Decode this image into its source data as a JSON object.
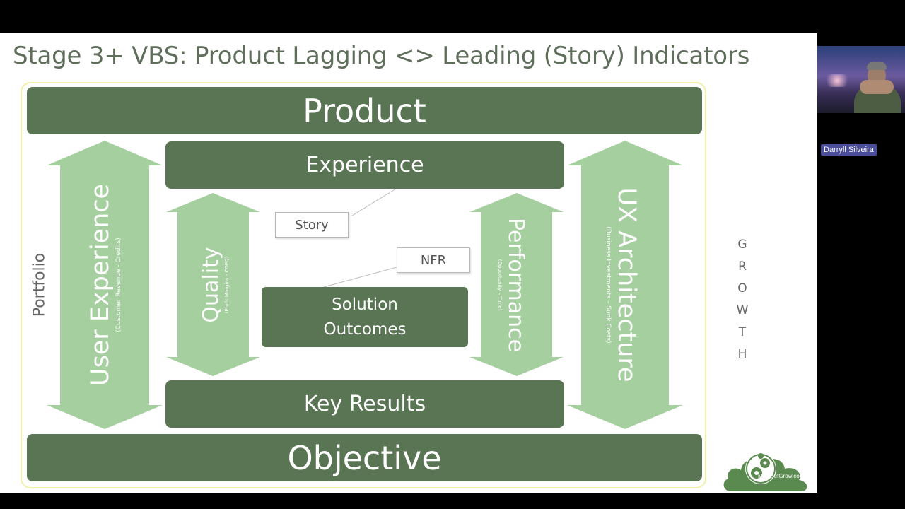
{
  "slide": {
    "title": "Stage 3+ VBS: Product Lagging <> Leading (Story) Indicators",
    "product": "Product",
    "objective": "Objective",
    "experience": "Experience",
    "key_results": "Key Results",
    "solution_line1": "Solution",
    "solution_line2": "Outcomes",
    "story": "Story",
    "nfr": "NFR",
    "portfolio": "Portfolio",
    "growth_letters": [
      "G",
      "R",
      "O",
      "W",
      "T",
      "H"
    ],
    "arrows": {
      "user_experience": {
        "title": "User Experience",
        "subtitle": "(Customer Revenue - Credits)"
      },
      "quality": {
        "title": "Quality",
        "subtitle": "(Profit Margins - COPQ)"
      },
      "performance": {
        "title": "Performance",
        "subtitle": "(Opportunity – Time)"
      },
      "ux_architecture": {
        "title": "UX Architecture",
        "subtitle": "(Business Investments – Sunk Costs)"
      }
    },
    "logo_text": "MindSetGrow.com"
  },
  "call": {
    "participant_name": "Darryll Silveira"
  },
  "colors": {
    "dark_green": "#5a7554",
    "light_green": "#a6cfa0",
    "title_gray": "#5f6d5b",
    "frame_yellow": "#f1f0a8",
    "name_tag": "#4a4d9a"
  },
  "icons": {
    "camera": "camera-icon",
    "logo": "mindsetgrow-logo-icon"
  }
}
